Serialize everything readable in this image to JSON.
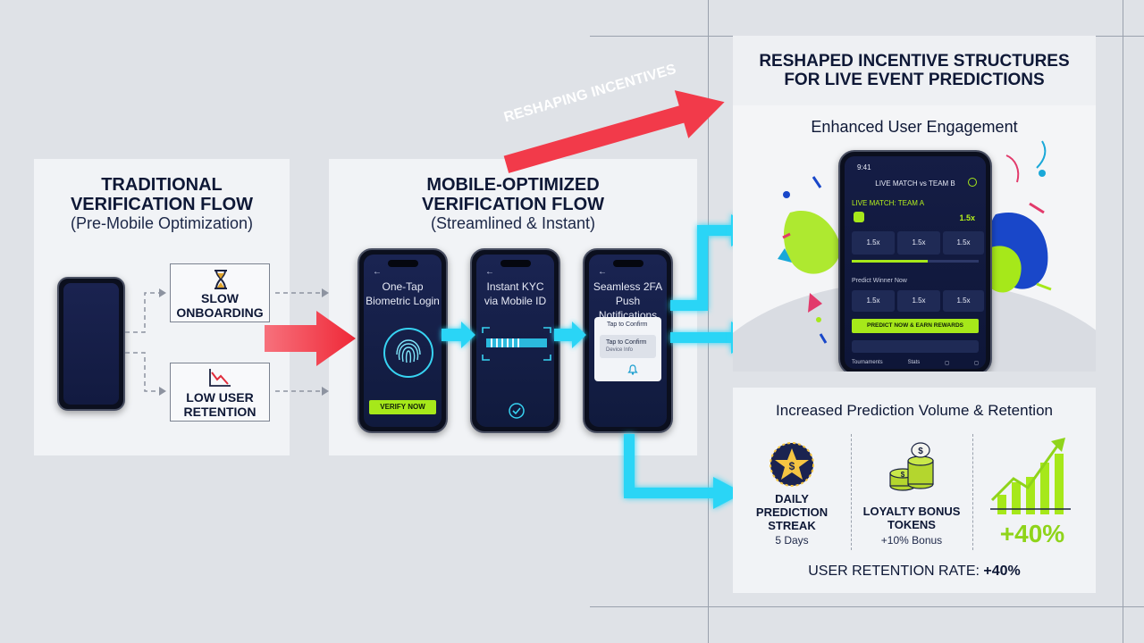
{
  "banner": {
    "text": "RESHAPING INCENTIVES"
  },
  "traditional": {
    "title_line1": "TRADITIONAL",
    "title_line2": "VERIFICATION FLOW",
    "subtitle": "(Pre-Mobile Optimization)",
    "issue1": {
      "line1": "SLOW",
      "line2": "ONBOARDING",
      "icon": "hourglass-icon"
    },
    "issue2": {
      "line1": "LOW USER",
      "line2": "RETENTION",
      "icon": "declining-chart-icon"
    }
  },
  "mobile": {
    "title_line1": "MOBILE-OPTIMIZED",
    "title_line2": "VERIFICATION FLOW",
    "subtitle": "(Streamlined & Instant)",
    "phone1": {
      "line1": "One-Tap",
      "line2": "Biometric Login",
      "button": "VERIFY NOW",
      "icon": "fingerprint-icon"
    },
    "phone2": {
      "line1": "Instant KYC",
      "line2": "via Mobile ID",
      "icon": "check-circle-icon"
    },
    "phone3": {
      "line1": "Seamless 2FA",
      "line2": "Push Notifications",
      "card_title": "Tap to Confirm",
      "card_line1": "Tap to Confirm",
      "card_line2": "Device Info",
      "icon": "bell-icon"
    }
  },
  "reshaped": {
    "title_line1": "RESHAPED INCENTIVE STRUCTURES",
    "title_line2": "FOR LIVE EVENT PREDICTIONS",
    "engagement": {
      "title": "Enhanced User Engagement",
      "app": {
        "time": "9:41",
        "header": "LIVE MATCH vs TEAM B",
        "match_label": "LIVE MATCH: TEAM A",
        "top_odds": "1.5x",
        "odds_row1": [
          "1.5x",
          "1.5x",
          "1.5x"
        ],
        "section2": "Predict Winner Now",
        "odds_row2": [
          "1.5x",
          "1.5x",
          "1.5x"
        ],
        "cta": "PREDICT NOW & EARN REWARDS",
        "footer_nav": [
          "Tournaments",
          "Stats",
          "",
          ""
        ]
      }
    },
    "retention": {
      "title": "Increased Prediction Volume & Retention",
      "stat1": {
        "line1": "DAILY",
        "line2": "PREDICTION",
        "line3": "STREAK",
        "value": "5 Days",
        "icon": "star-badge-icon"
      },
      "stat2": {
        "line1": "LOYALTY BONUS",
        "line2": "TOKENS",
        "value": "+10% Bonus",
        "icon": "coin-stack-icon"
      },
      "stat3": {
        "value": "+40%",
        "icon": "growth-chart-icon"
      },
      "footer_label": "USER RETENTION RATE:",
      "footer_value": "+40%"
    }
  },
  "colors": {
    "navy": "#0e1836",
    "red_arrow": "#f23a4a",
    "cyan_arrow": "#29d6f5",
    "lime": "#a6e81a",
    "panel": "#f1f3f6"
  }
}
